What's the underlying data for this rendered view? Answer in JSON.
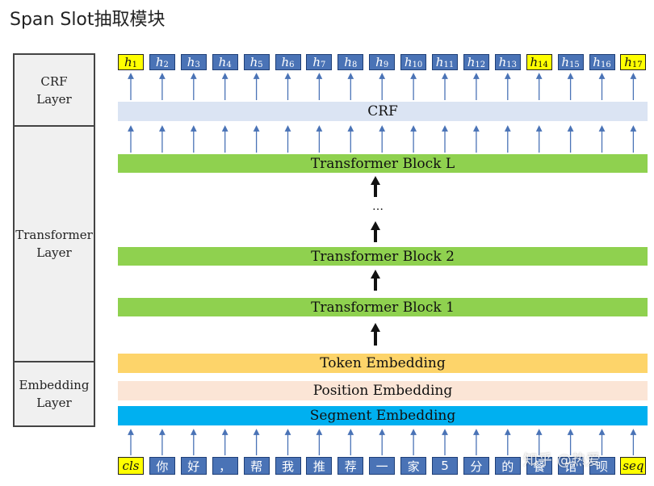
{
  "title": "Span Slot抽取模块",
  "layers": {
    "crf": [
      "CRF",
      "Layer"
    ],
    "transformer": [
      "Transformer",
      "Layer"
    ],
    "embedding": [
      "Embedding",
      "Layer"
    ]
  },
  "outputs": [
    {
      "base": "h",
      "sub": "1",
      "highlight": true
    },
    {
      "base": "h",
      "sub": "2",
      "highlight": false
    },
    {
      "base": "h",
      "sub": "3",
      "highlight": false
    },
    {
      "base": "h",
      "sub": "4",
      "highlight": false
    },
    {
      "base": "h",
      "sub": "5",
      "highlight": false
    },
    {
      "base": "h",
      "sub": "6",
      "highlight": false
    },
    {
      "base": "h",
      "sub": "7",
      "highlight": false
    },
    {
      "base": "h",
      "sub": "8",
      "highlight": false
    },
    {
      "base": "h",
      "sub": "9",
      "highlight": false
    },
    {
      "base": "h",
      "sub": "10",
      "highlight": false
    },
    {
      "base": "h",
      "sub": "11",
      "highlight": false
    },
    {
      "base": "h",
      "sub": "12",
      "highlight": false
    },
    {
      "base": "h",
      "sub": "13",
      "highlight": false
    },
    {
      "base": "h",
      "sub": "14",
      "highlight": true
    },
    {
      "base": "h",
      "sub": "15",
      "highlight": false
    },
    {
      "base": "h",
      "sub": "16",
      "highlight": false
    },
    {
      "base": "h",
      "sub": "17",
      "highlight": true
    }
  ],
  "crf_label": "CRF",
  "transformer_blocks": {
    "top": "Transformer Block L",
    "ellipsis": "…",
    "second": "Transformer Block 2",
    "first": "Transformer Block 1"
  },
  "embeddings": {
    "token": "Token Embedding",
    "position": "Position Embedding",
    "segment": "Segment Embedding"
  },
  "tokens": [
    {
      "text": "cls",
      "highlight": true
    },
    {
      "text": "你",
      "highlight": false
    },
    {
      "text": "好",
      "highlight": false
    },
    {
      "text": "，",
      "highlight": false
    },
    {
      "text": "帮",
      "highlight": false
    },
    {
      "text": "我",
      "highlight": false
    },
    {
      "text": "推",
      "highlight": false
    },
    {
      "text": "荐",
      "highlight": false
    },
    {
      "text": "一",
      "highlight": false
    },
    {
      "text": "家",
      "highlight": false
    },
    {
      "text": "5",
      "highlight": false
    },
    {
      "text": "分",
      "highlight": false
    },
    {
      "text": "的",
      "highlight": false
    },
    {
      "text": "餐",
      "highlight": false
    },
    {
      "text": "馆",
      "highlight": false
    },
    {
      "text": "呗",
      "highlight": false
    },
    {
      "text": "seq",
      "highlight": true
    }
  ],
  "watermark": "知乎 @热爱",
  "colors": {
    "token_box": "#4a73b6",
    "highlight": "#ffff00",
    "crf_bar": "#dbe4f3",
    "transformer_bar": "#8fd14f",
    "token_embedding": "#fdd46a",
    "position_embedding": "#fbe5d6",
    "segment_embedding": "#00b0f0",
    "arrow": "#4a73b6"
  }
}
